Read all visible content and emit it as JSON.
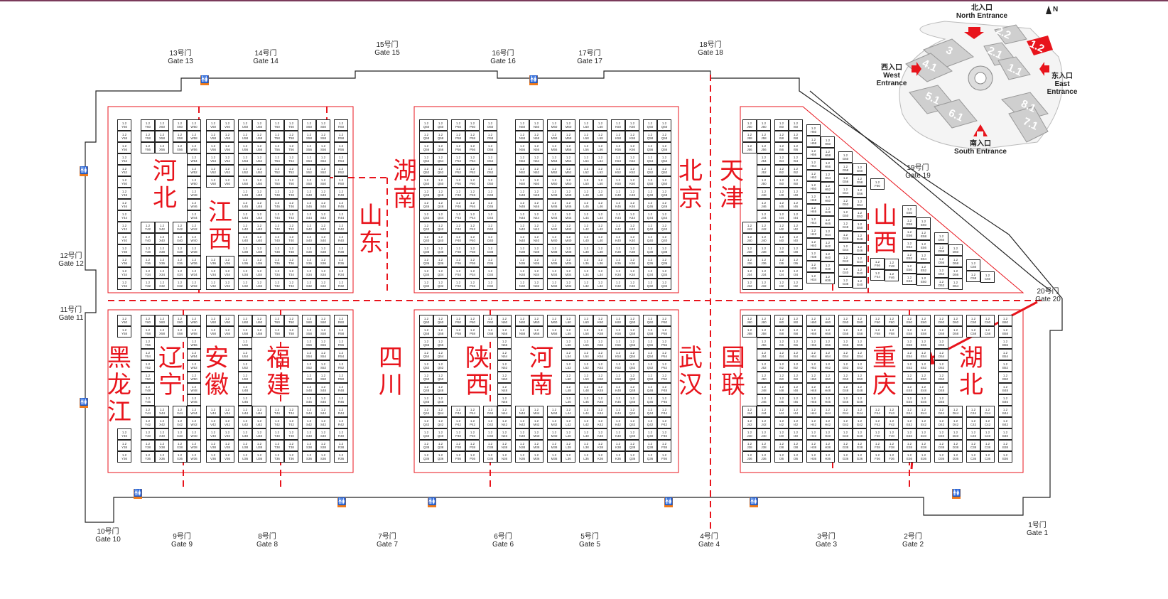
{
  "booth_hall": "1.2",
  "booth_column_letters": {
    "left_top": [
      "Y",
      "Y",
      "X",
      "X",
      "W",
      "V",
      "V",
      "U",
      "U",
      "T",
      "T",
      "S",
      "S",
      "R",
      "R"
    ],
    "mid_top": [
      "Q",
      "Q",
      "P",
      "P",
      "O",
      "N",
      "N",
      "M",
      "M",
      "L",
      "L",
      "K",
      "K"
    ],
    "right_top": [
      "J",
      "J",
      "I",
      "I",
      "H",
      "H",
      "G",
      "G",
      "F",
      "F",
      "E",
      "E",
      "D",
      "D",
      "C",
      "C"
    ],
    "left_bottom": [
      "Y",
      "Y",
      "X",
      "X",
      "W",
      "V",
      "V",
      "U",
      "U",
      "T",
      "T",
      "S",
      "S",
      "R",
      "R"
    ],
    "mid_bottom": [
      "Q",
      "Q",
      "P",
      "P",
      "O",
      "N",
      "N",
      "M",
      "M",
      "L",
      "L",
      "K",
      "K"
    ],
    "right_bottom": [
      "J",
      "J",
      "I",
      "I",
      "H",
      "H",
      "G",
      "G",
      "F",
      "F",
      "E",
      "E",
      "D",
      "D",
      "C",
      "C",
      "B",
      "B",
      "A",
      "A"
    ]
  },
  "gates": [
    {
      "cn": "13号门",
      "en": "Gate 13"
    },
    {
      "cn": "14号门",
      "en": "Gate 14"
    },
    {
      "cn": "15号门",
      "en": "Gate 15"
    },
    {
      "cn": "16号门",
      "en": "Gate 16"
    },
    {
      "cn": "17号门",
      "en": "Gate 17"
    },
    {
      "cn": "18号门",
      "en": "Gate 18"
    },
    {
      "cn": "19号门",
      "en": "Gate 19"
    },
    {
      "cn": "12号门",
      "en": "Gate 12"
    },
    {
      "cn": "11号门",
      "en": "Gate 11"
    },
    {
      "cn": "20号门",
      "en": "Gate 20"
    },
    {
      "cn": "10号门",
      "en": "Gate 10"
    },
    {
      "cn": "9号门",
      "en": "Gate 9"
    },
    {
      "cn": "8号门",
      "en": "Gate 8"
    },
    {
      "cn": "7号门",
      "en": "Gate 7"
    },
    {
      "cn": "6号门",
      "en": "Gate 6"
    },
    {
      "cn": "5号门",
      "en": "Gate 5"
    },
    {
      "cn": "4号门",
      "en": "Gate 4"
    },
    {
      "cn": "3号门",
      "en": "Gate 3"
    },
    {
      "cn": "2号门",
      "en": "Gate 2"
    },
    {
      "cn": "1号门",
      "en": "Gate 1"
    }
  ],
  "provinces": [
    "河北",
    "江西",
    "山东",
    "湖南",
    "北京",
    "天津",
    "山西",
    "黑龙江",
    "辽宁",
    "安徽",
    "福建",
    "四川",
    "陕西",
    "河南",
    "武汉",
    "国联",
    "重庆",
    "湖北"
  ],
  "inset": {
    "north": {
      "cn": "北入口",
      "en": "North Entrance"
    },
    "west": {
      "cn": "西入口",
      "en": "West Entrance"
    },
    "east": {
      "cn": "东入口",
      "en": "East Entrance"
    },
    "south": {
      "cn": "南入口",
      "en": "South Entrance"
    },
    "halls": [
      "2.2",
      "1.2",
      "3",
      "4.1",
      "2.1",
      "1.1",
      "5.1",
      "6.1",
      "8.1",
      "7.1"
    ],
    "highlighted_hall": "1.2",
    "compass": "N"
  },
  "restroom_icon": "restroom-icon",
  "colors": {
    "accent": "#e8141c",
    "outline": "#222222",
    "restroom": "#f07a1a",
    "hall_gray": "#cfcfcf"
  }
}
